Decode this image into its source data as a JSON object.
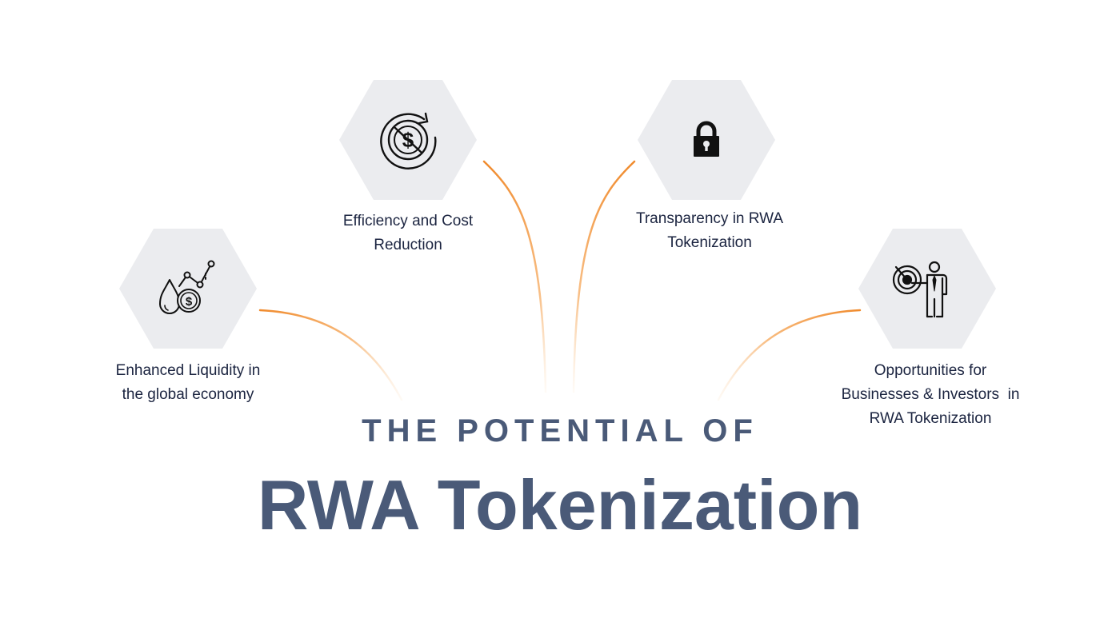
{
  "colors": {
    "hexagon": "#ebecef",
    "connector": "#f08a2c",
    "title": "#4a5a78",
    "caption": "#1b2440",
    "icon": "#111111"
  },
  "heading": {
    "kicker": "THE POTENTIAL OF",
    "title": "RWA Tokenization"
  },
  "benefits": [
    {
      "icon": "liquidity-drops-coin-chart-icon",
      "lines": [
        "Enhanced Liquidity in",
        "the global economy"
      ]
    },
    {
      "icon": "circular-dollar-refresh-icon",
      "lines": [
        "Efficiency and Cost",
        "Reduction"
      ]
    },
    {
      "icon": "padlock-icon",
      "lines": [
        "Transparency in RWA",
        "Tokenization"
      ]
    },
    {
      "icon": "businessman-target-icon",
      "lines": [
        "Opportunities for",
        "Businesses & Investors  in",
        "RWA Tokenization"
      ]
    }
  ]
}
